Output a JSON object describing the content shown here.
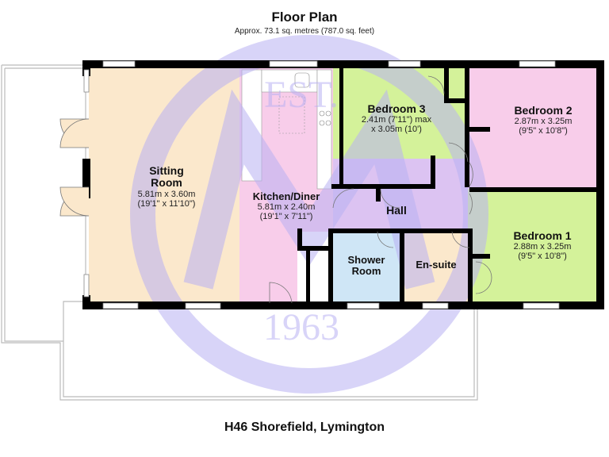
{
  "header": {
    "title": "Floor Plan",
    "area": "Approx. 73.1 sq. metres (787.0 sq. feet)"
  },
  "footer": {
    "address": "H46 Shorefield, Lymington"
  },
  "watermark": {
    "top_text": "EST.",
    "bottom_text": "1963",
    "monogram": "M",
    "color": "#c9c3f5"
  },
  "rooms": [
    {
      "id": "sitting-room",
      "name_line1": "Sitting",
      "name_line2": "Room",
      "dim_metric": "5.81m x 3.60m",
      "dim_imperial": "(19'1\" x 11'10\")",
      "color": "#fbe8cc"
    },
    {
      "id": "kitchen-diner",
      "name_line1": "Kitchen/Diner",
      "dim_metric": "5.81m x 2.40m",
      "dim_imperial": "(19'1\" x 7'11\")",
      "color": "#f8cdea"
    },
    {
      "id": "bedroom-3",
      "name_line1": "Bedroom 3",
      "dim_metric": "2.41m (7'11\") max",
      "dim_imperial": "x 3.05m (10')",
      "color": "#d4f29a"
    },
    {
      "id": "bedroom-2",
      "name_line1": "Bedroom 2",
      "dim_metric": "2.87m x 3.25m",
      "dim_imperial": "(9'5\" x 10'8\")",
      "color": "#f8cdea"
    },
    {
      "id": "hall",
      "name_line1": "Hall",
      "color": "#dcc3f2"
    },
    {
      "id": "bedroom-1",
      "name_line1": "Bedroom 1",
      "dim_metric": "2.88m x 3.25m",
      "dim_imperial": "(9'5\" x 10'8\")",
      "color": "#d4f29a"
    },
    {
      "id": "shower-room",
      "name_line1": "Shower",
      "name_line2": "Room",
      "color": "#cfe6f6"
    },
    {
      "id": "en-suite",
      "name_line1": "En-suite",
      "color": "#fbe8cc"
    }
  ],
  "colors": {
    "wall": "#000000",
    "deck_outline": "#bbbbbb",
    "window": "#ffffff"
  }
}
